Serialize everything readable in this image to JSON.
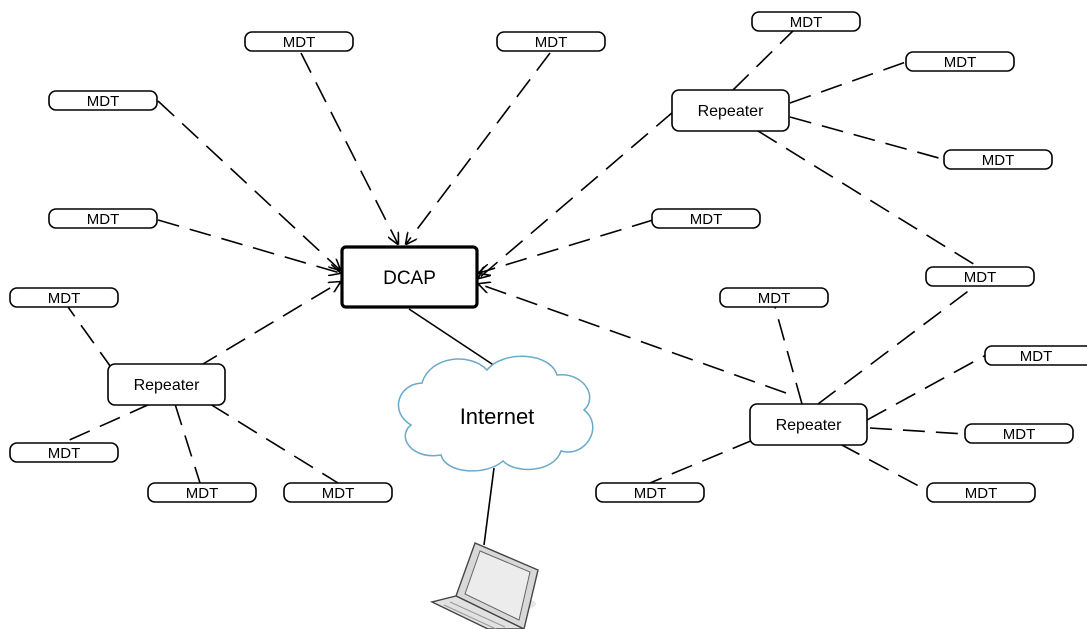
{
  "hub": {
    "label": "DCAP"
  },
  "repeater_label": "Repeater",
  "terminal_label": "MDT",
  "cloud": {
    "label": "Internet"
  },
  "laptop_icon": "laptop-icon"
}
